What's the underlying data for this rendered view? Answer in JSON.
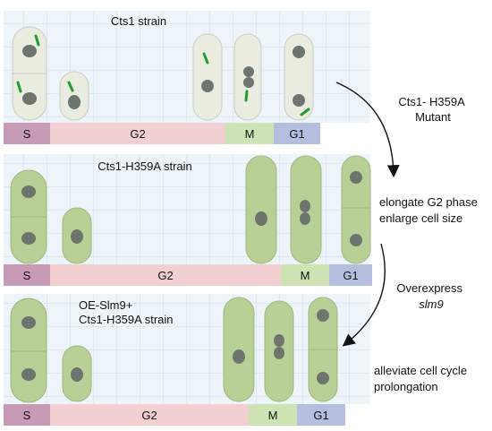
{
  "panels": [
    {
      "title_lines": [
        "Cts1 strain"
      ],
      "phases": [
        "S",
        "G2",
        "M",
        "G1"
      ],
      "style": "pale",
      "has_septum_marker": true
    },
    {
      "title_lines": [
        "Cts1-H359A strain"
      ],
      "phases": [
        "S",
        "G2",
        "M",
        "G1"
      ],
      "style": "green",
      "has_septum_marker": false
    },
    {
      "title_lines": [
        "OE-Slm9+",
        "Cts1-H359A strain"
      ],
      "phases": [
        "S",
        "G2",
        "M",
        "G1"
      ],
      "style": "green",
      "has_septum_marker": false
    }
  ],
  "annotations": {
    "arrow1_lines": [
      "Cts1- H359A",
      "Mutant"
    ],
    "effect1_lines": [
      "elongate G2 phase",
      "enlarge cell size"
    ],
    "arrow2_line1": "Overexpress",
    "arrow2_line2_italic": "slm9",
    "effect2_lines": [
      "alleviate cell cycle",
      "prolongation"
    ]
  },
  "colors": {
    "phase_S": "#c79ab5",
    "phase_G2": "#f2cfd1",
    "phase_M": "#cde3b4",
    "phase_G1": "#b6bedf",
    "cell_pale": "#e9ecdf",
    "cell_green": "#b8cf96",
    "nucleus": "#6e756e",
    "marker": "#1e9e2c",
    "grid_bg": "#eef5fa",
    "grid_line": "#cfdde6"
  }
}
